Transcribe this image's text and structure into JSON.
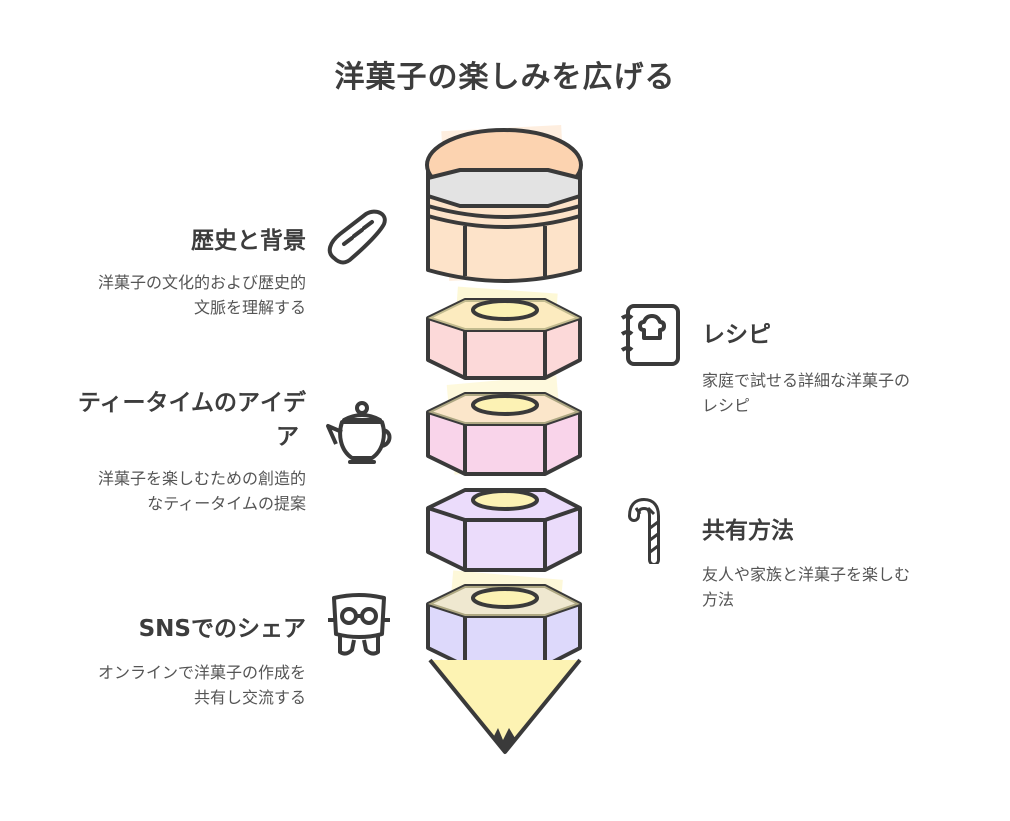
{
  "title": "洋菓子の楽しみを広げる",
  "colors": {
    "outline": "#3a3a3a",
    "eraser": "#fde3c9",
    "band": "#e3e3e3",
    "segment_1": "#fcd9d9",
    "segment_2": "#f9d4ea",
    "segment_3": "#ebdcfb",
    "segment_4": "#ddd9fb",
    "hole": "#fcf2b4",
    "tip": "#fdf3b3"
  },
  "left_items": [
    {
      "heading": "歴史と背景",
      "desc_lines": [
        "洋菓子の文化的および歴史的",
        "文脈を理解する"
      ],
      "icon": "baguette-icon"
    },
    {
      "heading_lines": [
        "ティータイムのアイデ",
        "ア"
      ],
      "desc_lines": [
        "洋菓子を楽しむための創造的",
        "なティータイムの提案"
      ],
      "icon": "teapot-icon"
    },
    {
      "heading": "SNSでのシェア",
      "desc_lines": [
        "オンラインで洋菓子の作成を",
        "共有し交流する"
      ],
      "icon": "cake-face-icon"
    }
  ],
  "right_items": [
    {
      "heading": "レシピ",
      "desc_lines": [
        "家庭で試せる詳細な洋菓子の",
        "レシピ"
      ],
      "icon": "recipe-book-icon"
    },
    {
      "heading": "共有方法",
      "desc_lines": [
        "友人や家族と洋菓子を楽しむ",
        "方法"
      ],
      "icon": "candy-cane-icon"
    }
  ]
}
